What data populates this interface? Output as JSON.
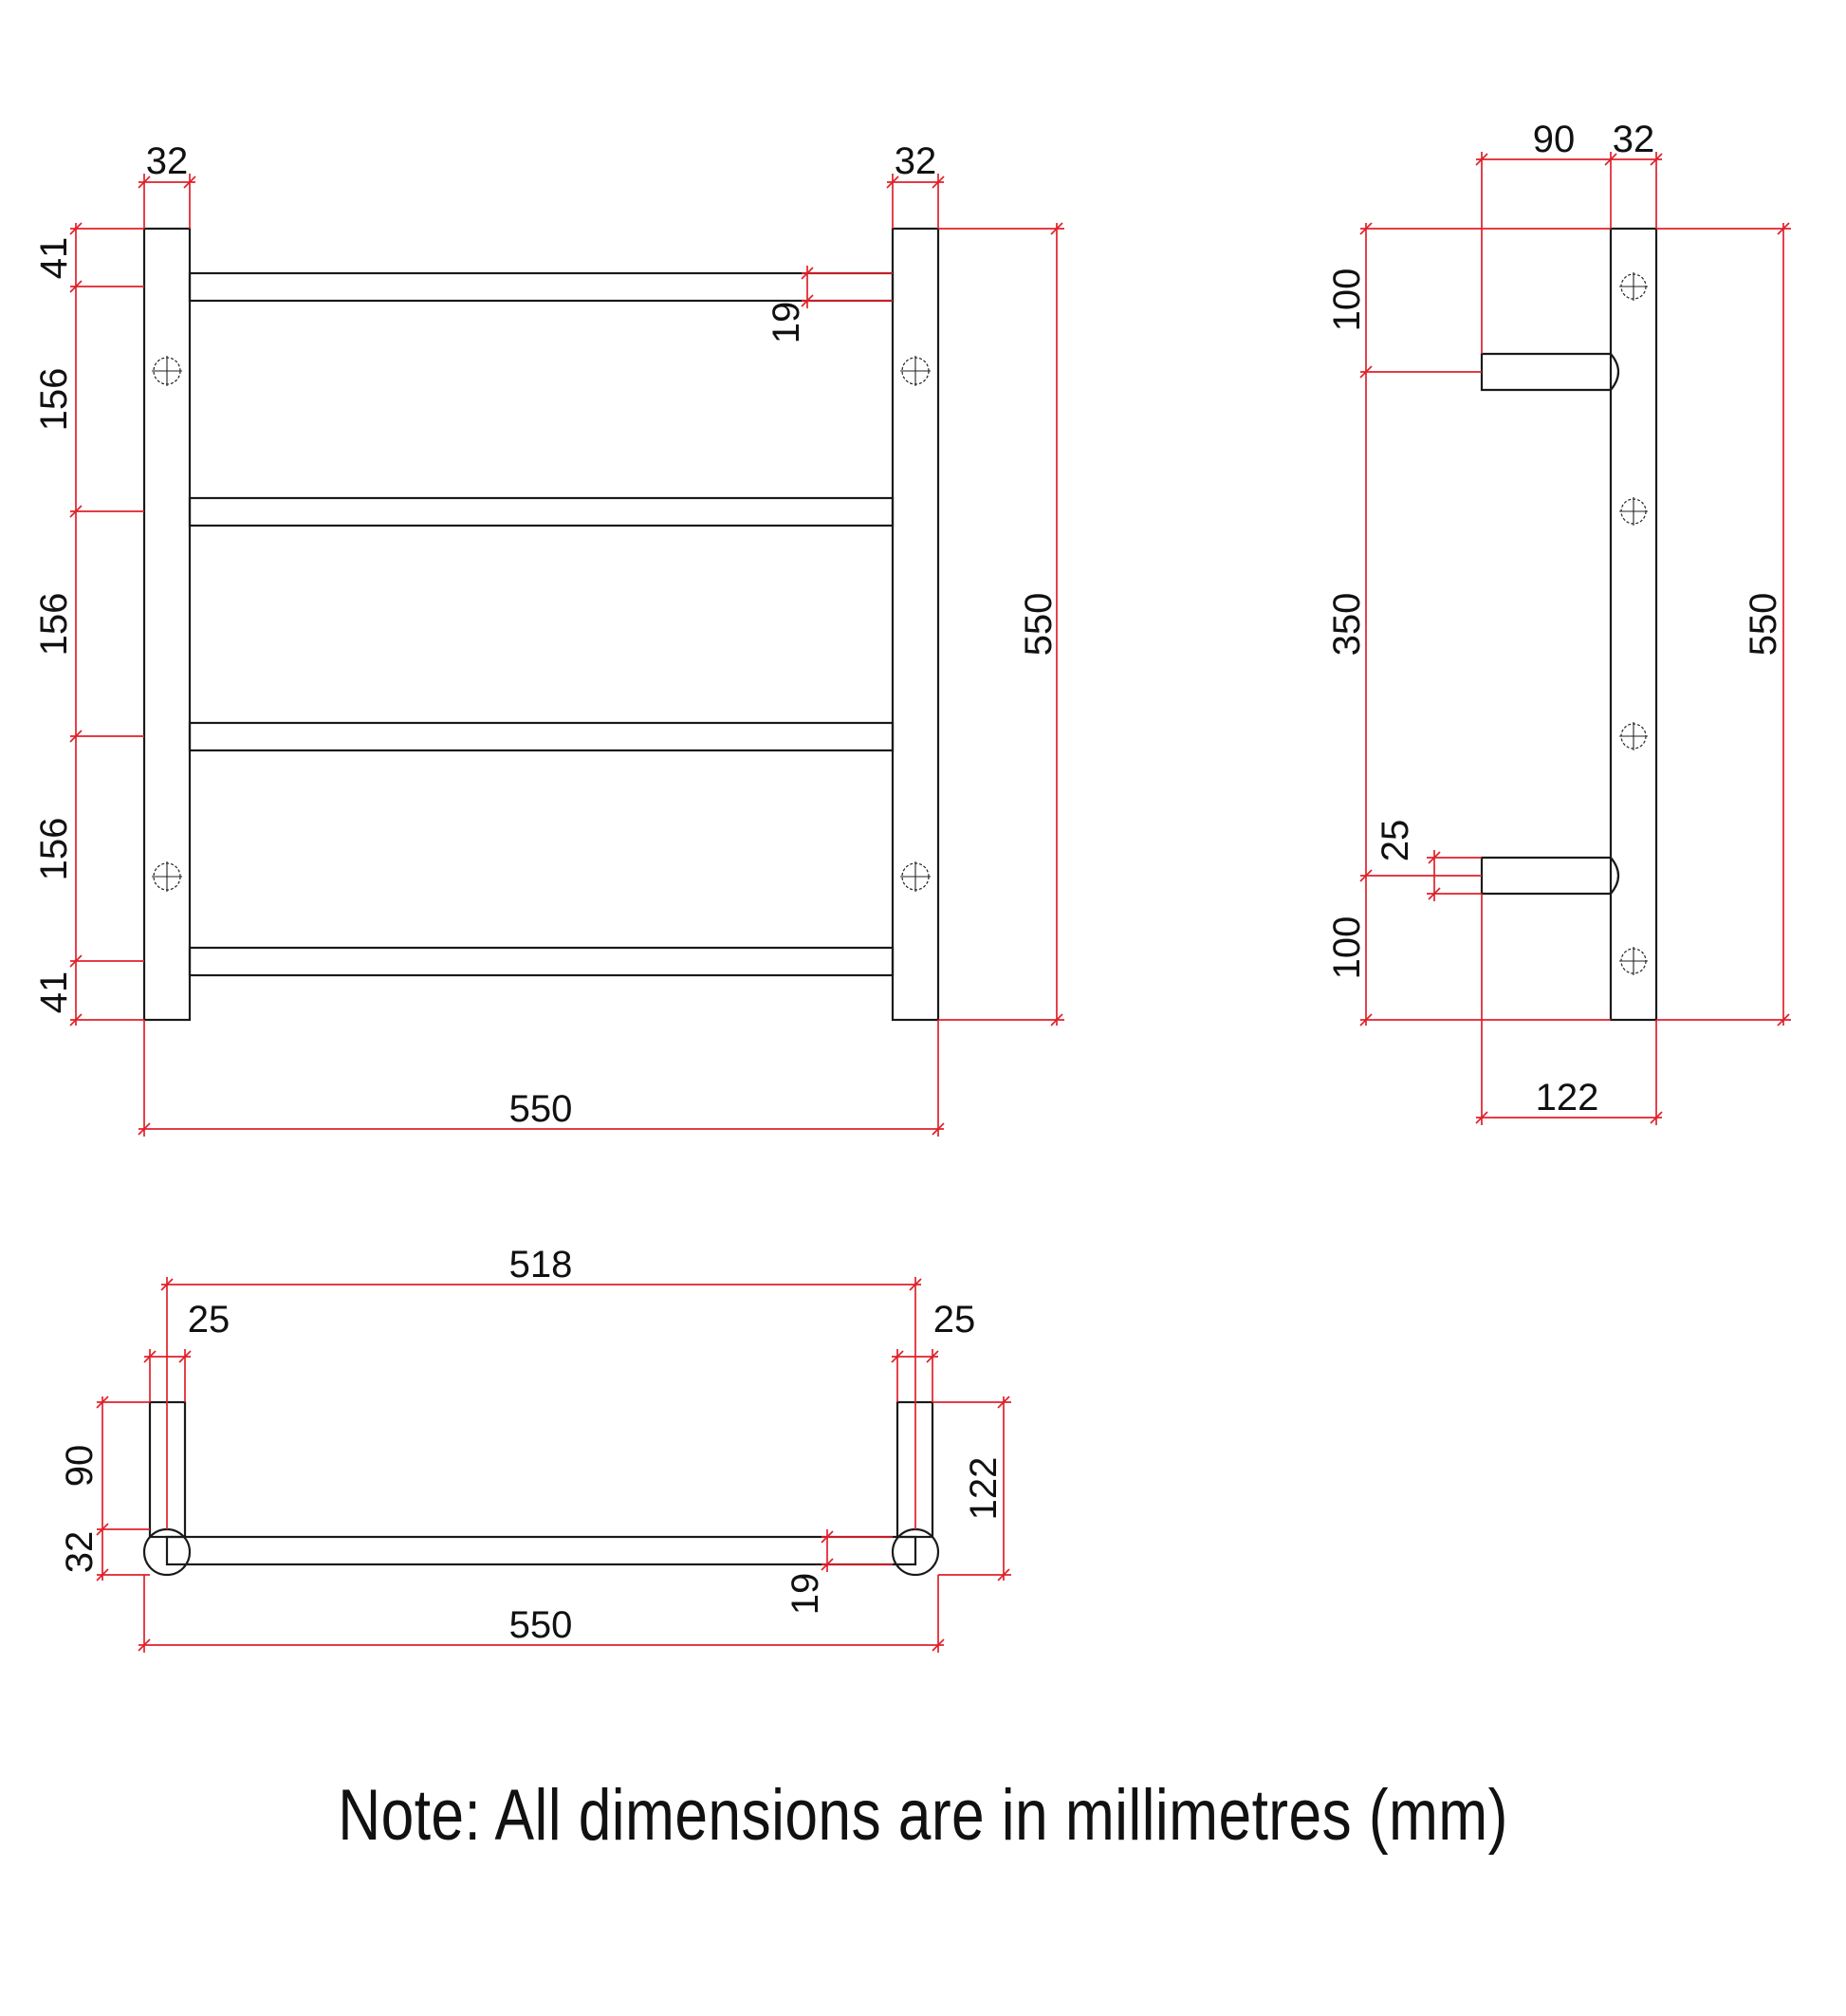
{
  "front_view": {
    "post_width_left": "32",
    "post_width_right": "32",
    "top_offset": "41",
    "spacing_1": "156",
    "spacing_2": "156",
    "spacing_3": "156",
    "bottom_offset": "41",
    "bar_thickness": "19",
    "overall_height": "550",
    "overall_width": "550"
  },
  "side_view": {
    "projection": "90",
    "post_width": "32",
    "top_offset": "100",
    "bracket_spacing": "350",
    "bottom_offset": "100",
    "bracket_thickness": "25",
    "overall_height": "550",
    "overall_depth": "122"
  },
  "top_view": {
    "inner_span": "518",
    "bracket_left": "25",
    "bracket_right": "25",
    "projection": "90",
    "post_diameter": "32",
    "overall_depth": "122",
    "bar_thickness": "19",
    "overall_width": "550"
  },
  "note": "Note: All dimensions are in millimetres (mm)"
}
